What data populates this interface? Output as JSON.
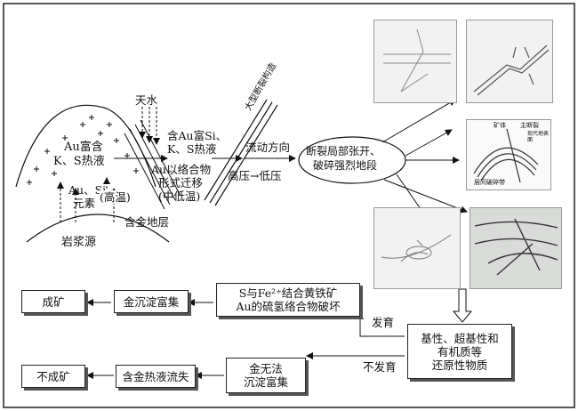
{
  "source": {
    "rock": "岩浆源",
    "elements_line1": "Au、Si",
    "elements_line2": "元素",
    "fluid_line1": "Au富含",
    "fluid_line2": "K、S热液",
    "high_temp": "(高温)",
    "sky_water": "天水",
    "gold_strata": "含金地层"
  },
  "migration": {
    "line1": "含Au富Si、",
    "line2": "K、S热液",
    "line3": "Au以络合物",
    "line4": "形式迁移",
    "line5": "(中低温)"
  },
  "fault": {
    "label": "大型断裂构造",
    "flow_direction": "流动方向",
    "pressure": "高压→低压"
  },
  "fracture_zone": {
    "line1": "断裂局部张开、",
    "line2": "破碎强烈地段"
  },
  "thumb_labels": {
    "ore_body": "矿体",
    "main_fault": "主断裂",
    "modern_surface": "现代地表面",
    "interlayer_zone": "层间破碎带"
  },
  "reductant": {
    "line1": "基性、超基性和",
    "line2": "有机质等",
    "line3": "还原性物质"
  },
  "develop": "发育",
  "not_develop": "不发育",
  "mineralize_path": {
    "sulfide_line1": "S与Fe²⁺结合黄铁矿",
    "sulfide_line2": "Au的硫氢络合物破坏",
    "deposit": "金沉淀富集",
    "result": "成矿"
  },
  "barren_path": {
    "no_deposit_line1": "金无法",
    "no_deposit_line2": "沉淀富集",
    "loss": "含金热液流失",
    "result": "不成矿"
  }
}
